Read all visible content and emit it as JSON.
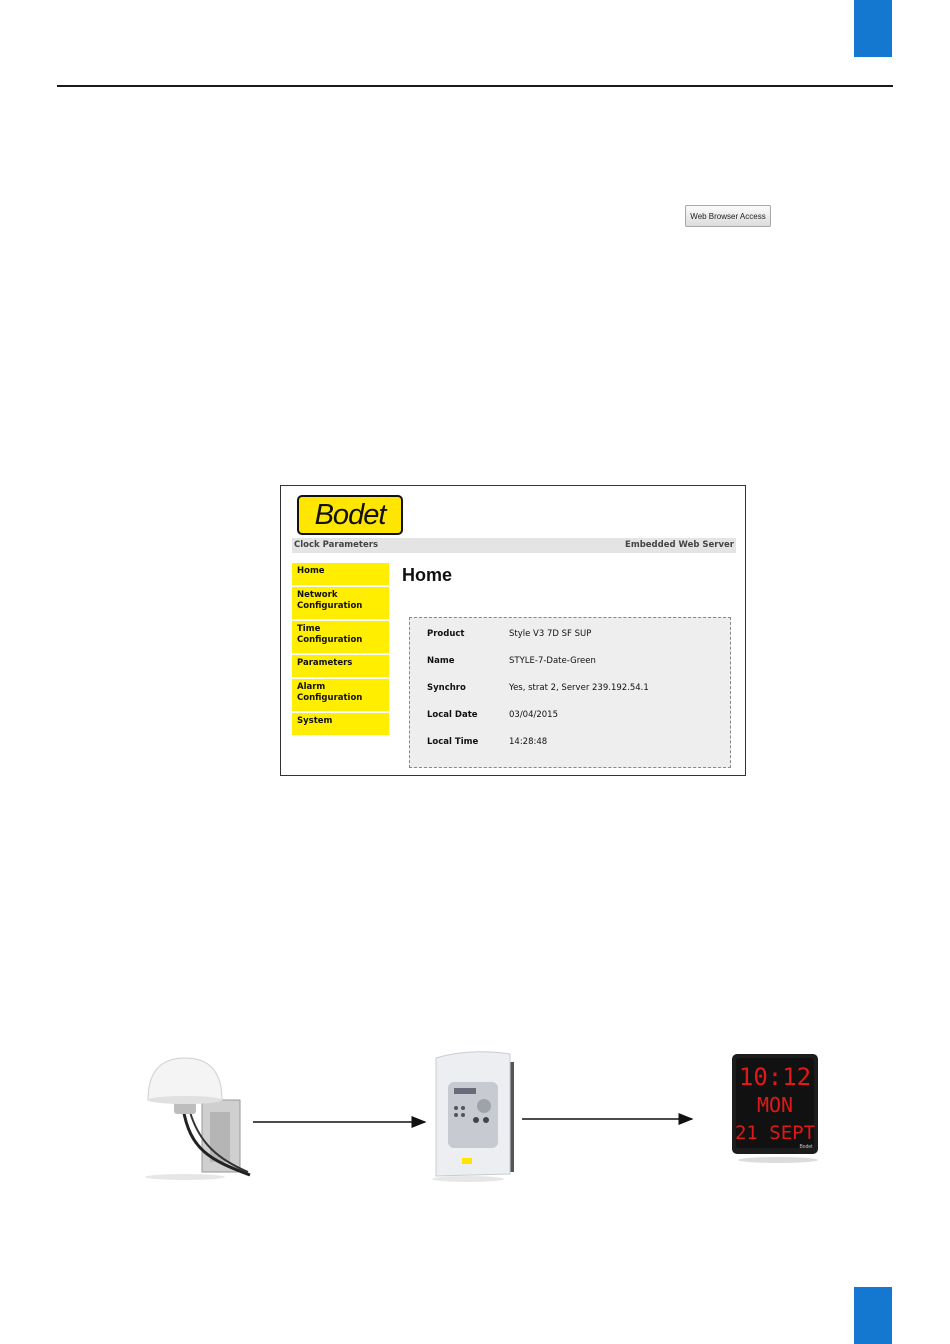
{
  "button": {
    "label": "Web Browser Access"
  },
  "web_server": {
    "logo_text": "Bodet",
    "header_left": "Clock Parameters",
    "header_right": "Embedded Web Server",
    "menu": [
      "Home",
      "Network\nConfiguration",
      "Time\nConfiguration",
      "Parameters",
      "Alarm\nConfiguration",
      "System"
    ],
    "page_title": "Home",
    "rows": [
      {
        "label": "Product",
        "value": "Style V3 7D SF SUP"
      },
      {
        "label": "Name",
        "value": "STYLE-7-Date-Green"
      },
      {
        "label": "Synchro",
        "value": "Yes, strat 2, Server 239.192.54.1"
      },
      {
        "label": "Local Date",
        "value": "03/04/2015"
      },
      {
        "label": "Local Time",
        "value": "14:28:48"
      }
    ],
    "accent_yellow": "#ffee00"
  },
  "clock_display": {
    "time": "10:12",
    "day": "MON",
    "date": "21 SEPT",
    "brand": "Bodet"
  },
  "colors": {
    "tab_blue": "#1478d0",
    "led_red": "#e01818"
  }
}
